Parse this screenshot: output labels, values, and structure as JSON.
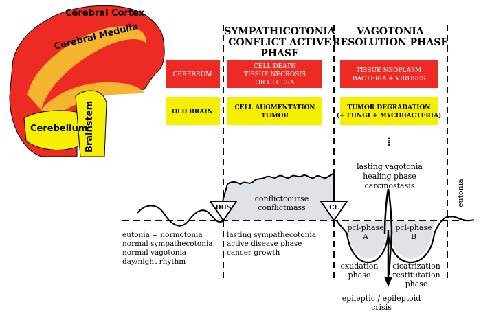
{
  "brain": {
    "cortex": "Cerebral Cortex",
    "medulla": "Cerebral Medulla",
    "cerebellum": "Cerebellum",
    "brainstem": "Brainstem"
  },
  "headers": {
    "sympath": [
      "SYMPATHICOTONIA",
      "CONFLICT ACTIVE",
      "PHASE"
    ],
    "vago": [
      "VAGOTONIA",
      "RESOLUTION PHASE"
    ]
  },
  "boxes": {
    "cerebrum": "CEREBRUM",
    "cell_death": [
      "CELL DEATH",
      "TISSUE NECROSIS",
      "OR ULCERA"
    ],
    "neoplasm": [
      "TISSUE NEOPLASM",
      "BACTERIA + VIRUSES"
    ],
    "old_brain": "OLD BRAIN",
    "augmentation": [
      "CELL AUGMENTATION",
      "TUMOR"
    ],
    "degradation": [
      "TUMOR DEGRADATION",
      "(+ FUNGI + MYCOBACTERIA)"
    ]
  },
  "labels": {
    "dots": ":",
    "lasting_vago": [
      "lasting vagotonia",
      "healing phase",
      "carcinostasis"
    ],
    "conflict": [
      "conflictcourse",
      "conflictmass"
    ],
    "dhs": "DHS",
    "cl": "CL",
    "eutonia_right": "eutonia",
    "left_notes": [
      "eutonia = normotonia",
      "normal sympathecotonia",
      "normal vagotonia",
      "day/night rhythm"
    ],
    "mid_notes": [
      "lasting sympathecotonia",
      "active disease phase",
      "cancer growth"
    ],
    "pcl_a": [
      "pcl-phase",
      "A"
    ],
    "pcl_b": [
      "pcl-phase",
      "B"
    ],
    "exudation": [
      "exudation",
      "phase"
    ],
    "cicatrization": [
      "cicatrization",
      "restitutation",
      "phase"
    ],
    "epileptic": [
      "epileptic / epileptoid",
      "crisis"
    ]
  },
  "colors": {
    "red": "#ee2a24",
    "orange": "#f5b530",
    "yellow": "#f6f000",
    "gray_fill": "#dfe3e6"
  }
}
